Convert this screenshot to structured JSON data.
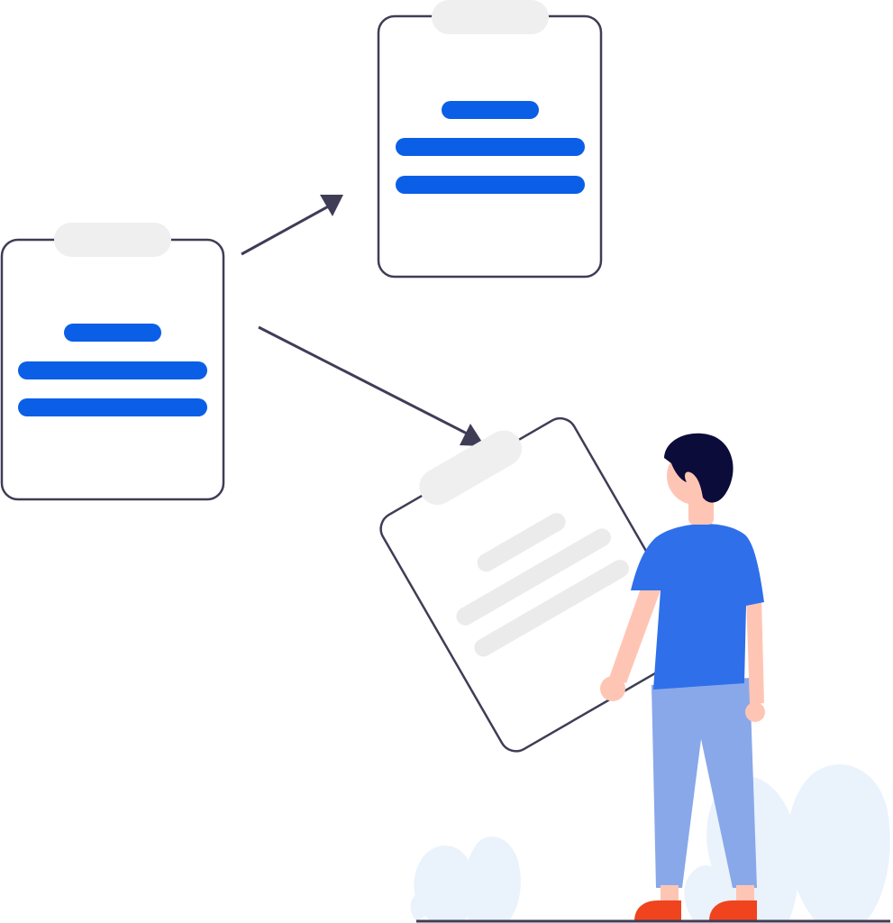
{
  "colors": {
    "background": "#ffffff",
    "outline": "#3f3d56",
    "accent_blue": "#0a5fe6",
    "clip_gray": "#efefef",
    "faded_line": "#ebebeb",
    "shirt": "#2f6fea",
    "pants": "#89a8ea",
    "skin": "#ffc5b4",
    "hair": "#0c0c3a",
    "shoes": "#f0441e",
    "plant": "#eaf2fc",
    "ground": "#3f3d56"
  },
  "illustration": {
    "clipboards": [
      {
        "role": "source-clipboard",
        "style": "filled-lines"
      },
      {
        "role": "target-clipboard-upper",
        "style": "filled-lines"
      },
      {
        "role": "target-clipboard-held",
        "style": "faded-lines"
      }
    ],
    "arrows": [
      "arrow-to-upper-clipboard",
      "arrow-to-held-clipboard"
    ],
    "icons": [
      "clipboard-icon",
      "arrow-icon",
      "person-figure",
      "plant-icon"
    ]
  }
}
